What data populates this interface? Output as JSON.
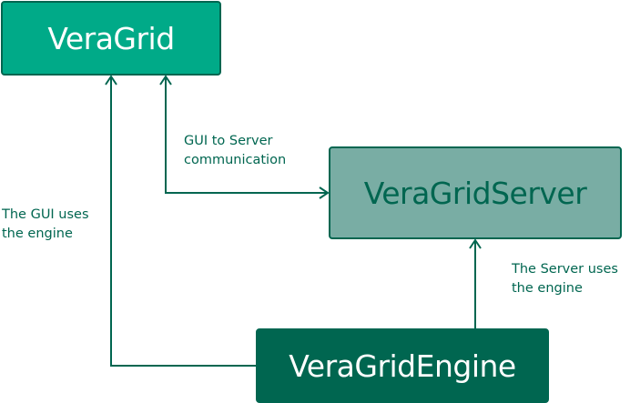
{
  "nodes": {
    "veragrid": {
      "label": "VeraGrid",
      "fill": "#00aa88",
      "text_color": "#ffffff"
    },
    "server": {
      "label": "VeraGridServer",
      "fill": "#79ada4",
      "text_color": "#006650"
    },
    "engine": {
      "label": "VeraGridEngine",
      "fill": "#006650",
      "text_color": "#ffffff"
    }
  },
  "edges": [
    {
      "from": "engine",
      "to": "veragrid",
      "label": "The GUI uses\nthe engine"
    },
    {
      "from": "veragrid",
      "to": "server",
      "label": "GUI to Server\ncommunication",
      "bidirectional": true
    },
    {
      "from": "engine",
      "to": "server",
      "label": "The Server uses\nthe engine"
    }
  ],
  "colors": {
    "stroke": "#006650"
  }
}
